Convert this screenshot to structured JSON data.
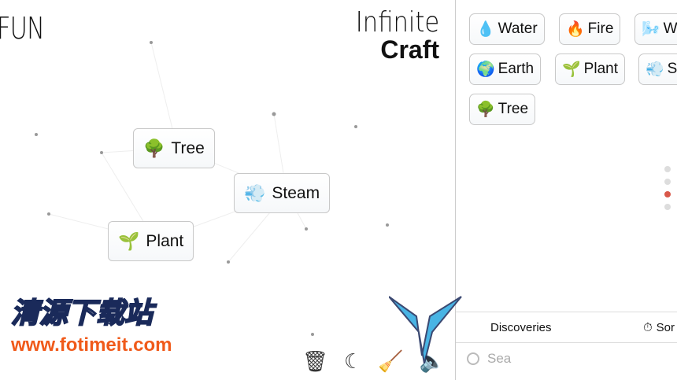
{
  "logo_left": "FUN",
  "logo_right": {
    "line1": "Infinite",
    "line2": "Craft"
  },
  "canvas_items": [
    {
      "emoji": "🌳",
      "label": "Tree"
    },
    {
      "emoji": "💨",
      "label": "Steam"
    },
    {
      "emoji": "🌱",
      "label": "Plant"
    }
  ],
  "sidebar_items": [
    {
      "emoji": "💧",
      "label": "Water"
    },
    {
      "emoji": "🔥",
      "label": "Fire"
    },
    {
      "emoji": "🌬️",
      "label": "W"
    },
    {
      "emoji": "🌍",
      "label": "Earth"
    },
    {
      "emoji": "🌱",
      "label": "Plant"
    },
    {
      "emoji": "💨",
      "label": "S"
    },
    {
      "emoji": "🌳",
      "label": "Tree"
    }
  ],
  "bottom": {
    "discoveries": "Discoveries",
    "sort": "Sor",
    "search_placeholder": "Sea"
  },
  "tools": {
    "trash": "🗑",
    "moon": "☾",
    "broom": "🧹",
    "sound": "🔈"
  },
  "watermark": {
    "title": "清源下载站",
    "url": "www.fotimeit.com"
  }
}
